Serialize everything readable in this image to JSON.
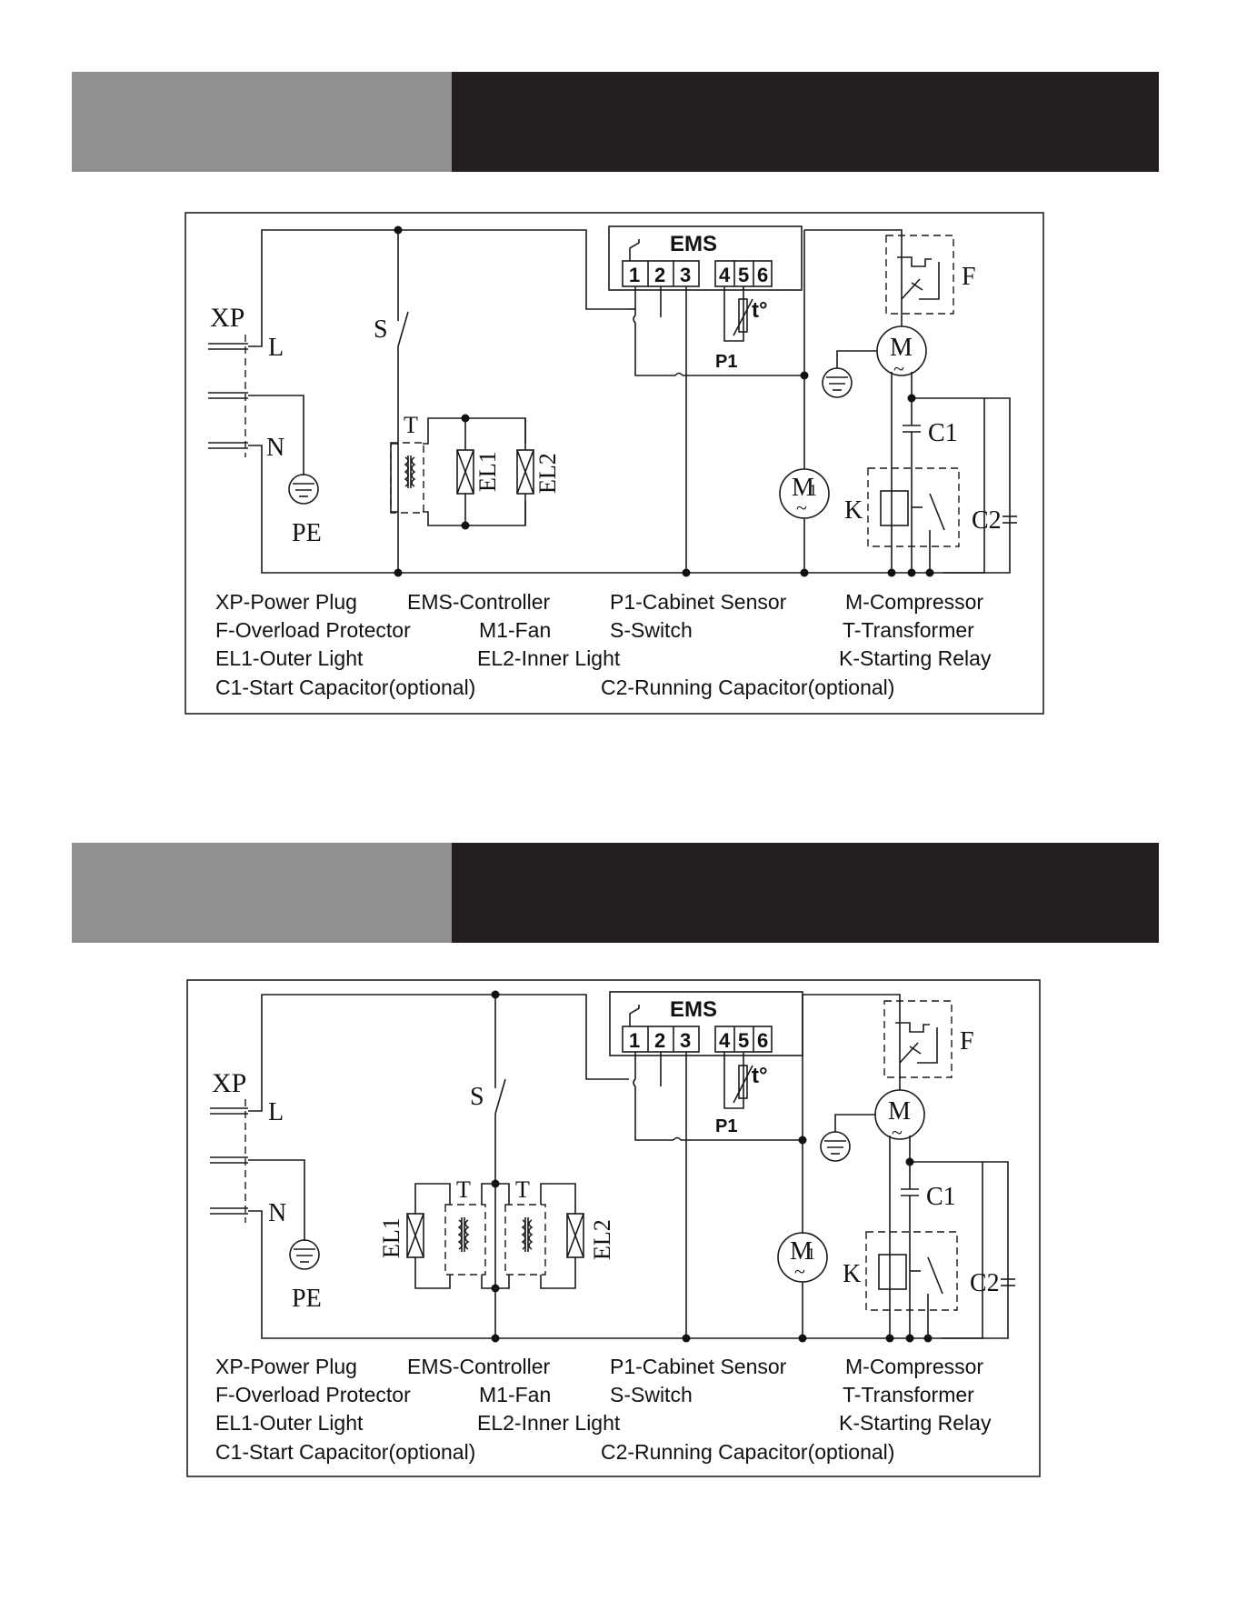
{
  "colors": {
    "header_gray": "#909090",
    "header_dark": "#231f20"
  },
  "labels": {
    "ems": "EMS",
    "terminals": [
      "1",
      "2",
      "3",
      "4",
      "5",
      "6"
    ],
    "thermo": "t°",
    "p1": "P1",
    "xp": "XP",
    "l": "L",
    "n": "N",
    "pe": "PE",
    "s": "S",
    "t": "T",
    "el1": "EL1",
    "el2": "EL2",
    "f": "F",
    "m": "M",
    "m1": "M",
    "m1_sub": "1",
    "tilde": "~",
    "c1": "C1",
    "c2": "C2",
    "k": "K"
  },
  "legend": [
    [
      "XP-Power Plug",
      "EMS-Controller",
      "P1-Cabinet Sensor",
      "M-Compressor"
    ],
    [
      "F-Overload Protector",
      "M1-Fan",
      "S-Switch",
      "T-Transformer"
    ],
    [
      "EL1-Outer Light",
      "EL2-Inner Light",
      "K-Starting  Relay"
    ],
    [
      "C1-Start Capacitor(optional)",
      "C2-Running Capacitor(optional)"
    ]
  ]
}
